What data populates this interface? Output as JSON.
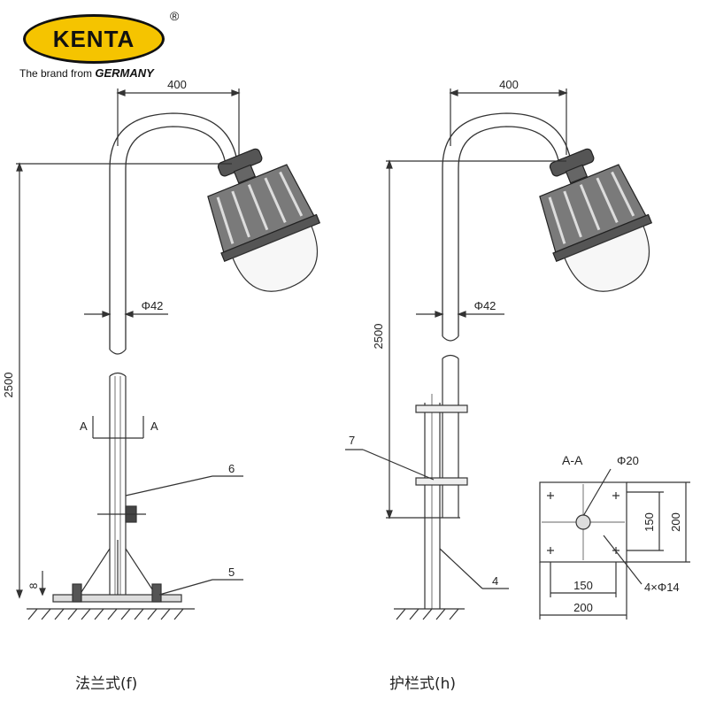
{
  "logo": {
    "brand": "KENTA",
    "registered": "®",
    "tagline_prefix": "The brand from",
    "tagline_country": "GERMANY"
  },
  "left_view": {
    "caption": "法兰式(f)",
    "dim_arm": "400",
    "dim_height": "2500",
    "dim_diameter": "Φ42",
    "section_marker": "A",
    "label_6": "6",
    "label_5": "5",
    "dim_base": "8"
  },
  "right_view": {
    "caption": "护栏式(h)",
    "dim_arm": "400",
    "dim_height": "2500",
    "dim_diameter": "Φ42",
    "label_7": "7",
    "label_4": "4"
  },
  "section_view": {
    "title": "A-A",
    "hole_center": "Φ20",
    "dim_inner_v": "150",
    "dim_outer_v": "200",
    "dim_inner_h": "150",
    "dim_outer_h": "200",
    "holes": "4×Φ14"
  },
  "colors": {
    "line": "#333333",
    "logo_yellow": "#f5c400"
  }
}
